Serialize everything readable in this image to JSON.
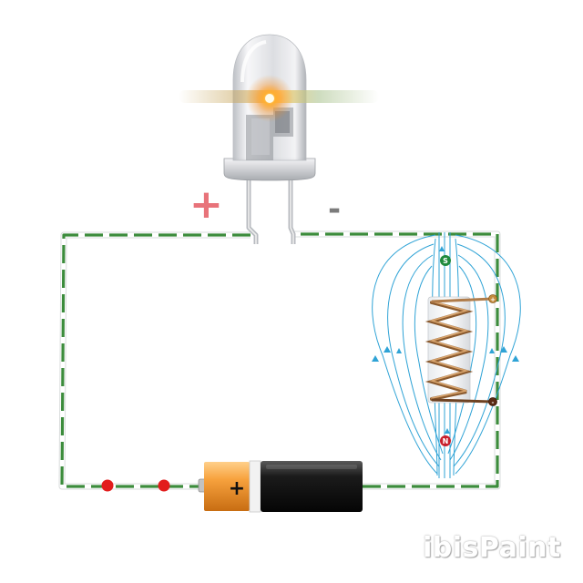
{
  "led_terminals": {
    "anode_sign": "+",
    "cathode_sign": "-"
  },
  "battery": {
    "sign": "+"
  },
  "electromagnet": {
    "south_pole_label": "S",
    "north_pole_label": "N",
    "coil_plus": "+",
    "coil_minus": "-"
  },
  "watermark": "ibisPaint",
  "colors": {
    "wire": "#3c8c3c",
    "plus_sign": "#e8737a",
    "minus_sign": "#7b7b7b",
    "field_lines": "#2fa3d6",
    "battery_orange": "#f39a32",
    "battery_black": "#161616",
    "switch_contacts": "#e21c1c",
    "led_glow": "#ff9a1e",
    "coil_copper": "#b07c4a"
  }
}
